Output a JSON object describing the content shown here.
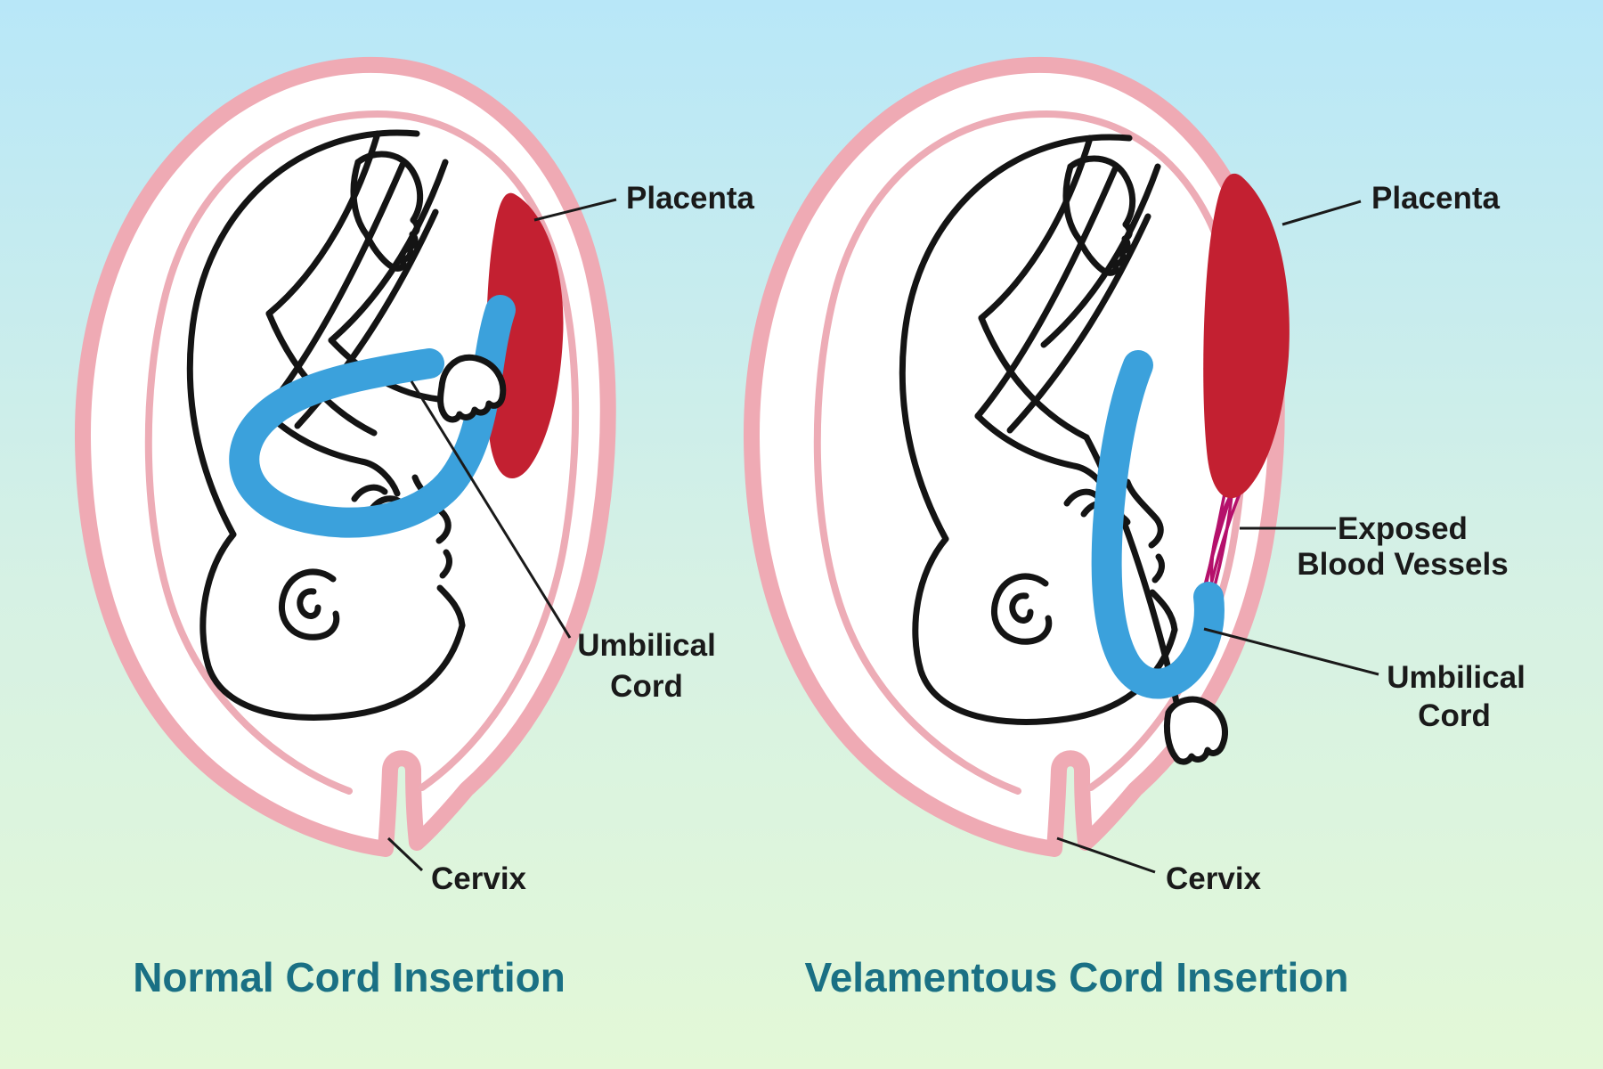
{
  "figure": {
    "panels": [
      {
        "title": "Normal Cord Insertion",
        "labels": {
          "placenta": "Placenta",
          "umbilical_line1": "Umbilical",
          "umbilical_line2": "Cord",
          "cervix": "Cervix"
        }
      },
      {
        "title": "Velamentous Cord Insertion",
        "labels": {
          "placenta": "Placenta",
          "exposed_line1": "Exposed",
          "exposed_line2": "Blood Vessels",
          "umbilical_line1": "Umbilical",
          "umbilical_line2": "Cord",
          "cervix": "Cervix"
        }
      }
    ],
    "colors": {
      "background_top": "#b8e7f8",
      "background_middle": "#d6f1e4",
      "background_bottom": "#e3f8d7",
      "uterus_wall": "#efaab4",
      "amniotic_membrane": "#edacb6",
      "uterus_interior": "#ffffff",
      "placenta": "#c32031",
      "umbilical_cord": "#3ba1dc",
      "exposed_vessels": "#b5106b",
      "fetus_line": "#141414",
      "label_text": "#1a1a1a",
      "title_text": "#1a7084"
    }
  }
}
